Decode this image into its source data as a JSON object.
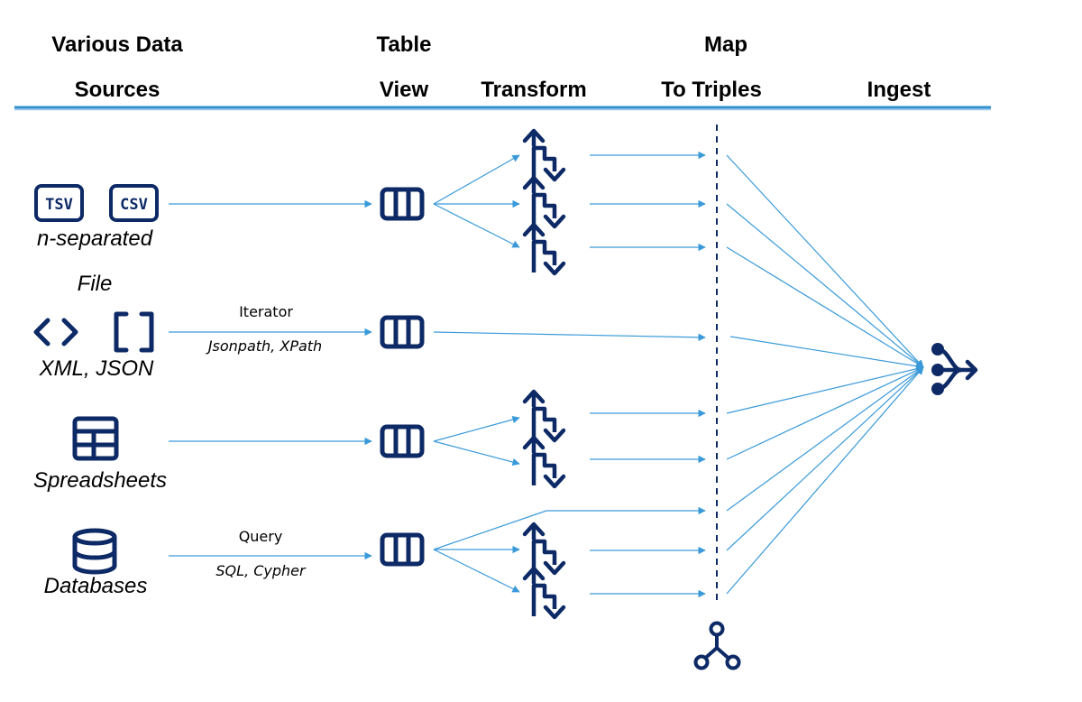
{
  "headers": {
    "sources_line1": "Various Data",
    "sources_line2": "Sources",
    "table_line1": "Table",
    "table_line2": "View",
    "transform": "Transform",
    "map_line1": "Map",
    "map_line2": "To Triples",
    "ingest": "Ingest"
  },
  "sources": {
    "tsv_badge": "TSV",
    "csv_badge": "CSV",
    "separated_line1": "n-separated",
    "separated_line2": "File",
    "xml_json": "XML, JSON",
    "spreadsheets": "Spreadsheets",
    "databases": "Databases"
  },
  "edge_labels": {
    "iterator": "Iterator",
    "iterator_sub": "Jsonpath, XPath",
    "query": "Query",
    "query_sub": "SQL, Cypher"
  },
  "colors": {
    "header_line": "#2f8fd0",
    "arrow": "#3a9ad9",
    "icon": "#0d2a66",
    "text": "#000000"
  },
  "icons": [
    "tsv-file-icon",
    "csv-file-icon",
    "code-brackets-icon",
    "json-brackets-icon",
    "spreadsheet-table-icon",
    "database-icon",
    "table-view-icon",
    "transform-arrows-icon",
    "ingest-merge-icon",
    "graph-nodes-icon"
  ]
}
